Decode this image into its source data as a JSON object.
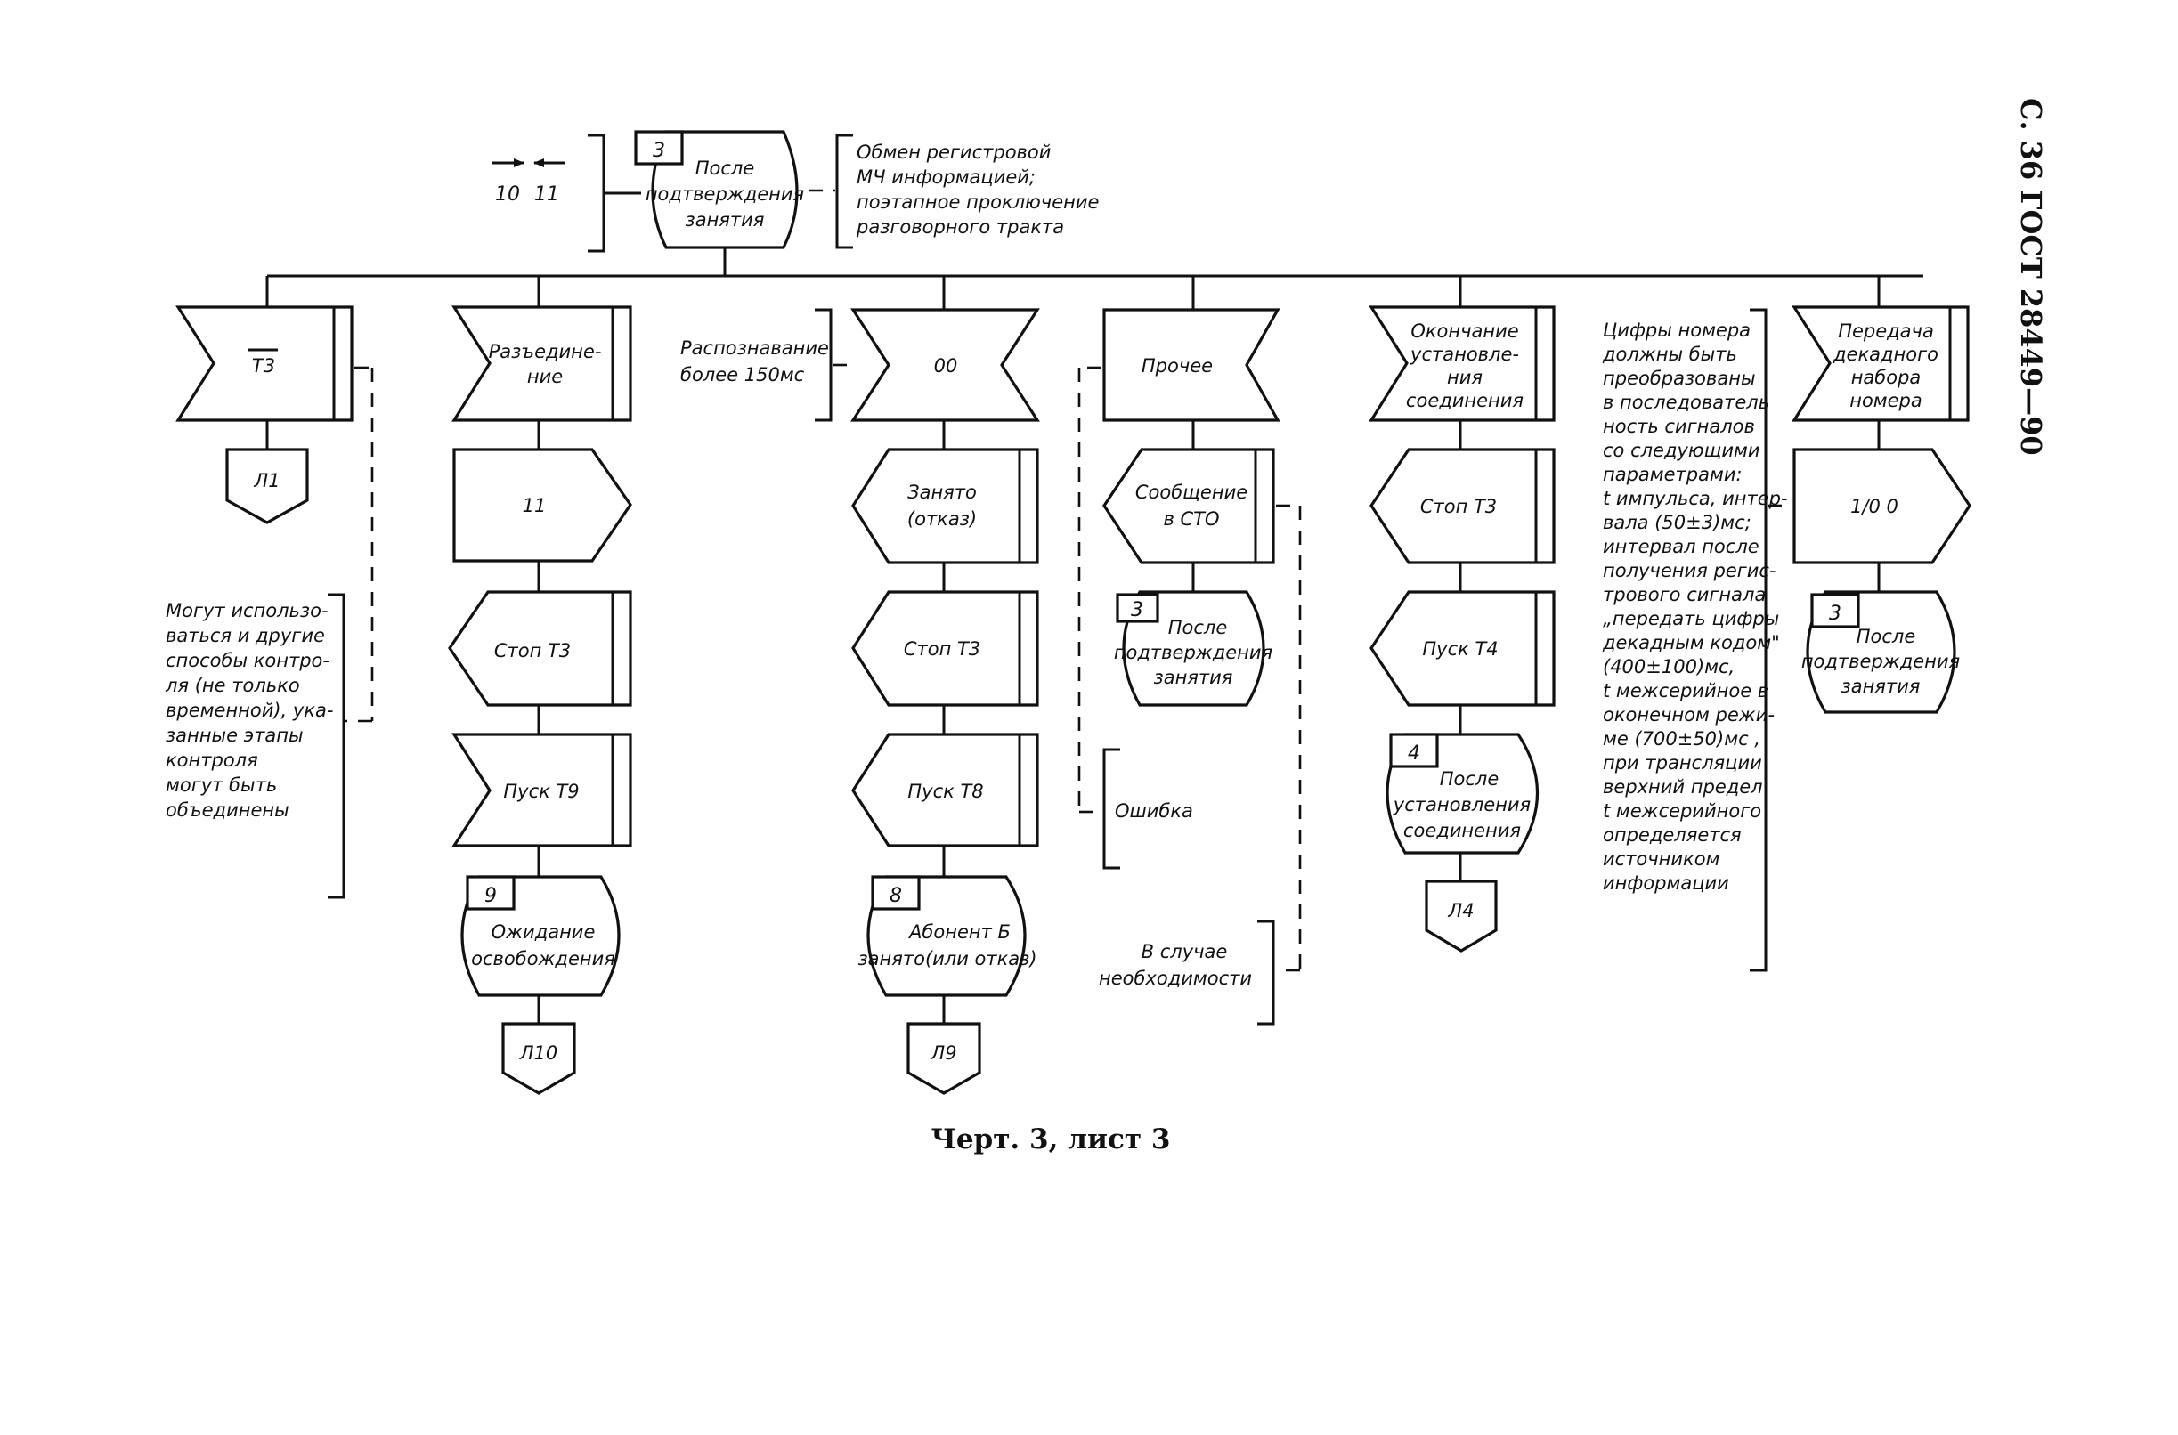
{
  "header": {
    "arrow_right_label": "10",
    "arrow_left_label": "11",
    "start_state_number": "3",
    "start_state_lines": [
      "После",
      "подтверждения",
      "занятия"
    ],
    "start_comment_lines": [
      "Обмен регистровой",
      "МЧ информацией;",
      "поэтапное проключение",
      "разговорного тракта"
    ]
  },
  "columns": {
    "c1": {
      "input_label": "T3",
      "connector_label": "Л1",
      "comment_lines": [
        "Могут использо-",
        "ваться и другие",
        "способы контро-",
        "ля (не только",
        "временной), ука-",
        "занные этапы",
        "контроля",
        "могут быть",
        "объединены"
      ]
    },
    "c2": {
      "input_lines": [
        "Разъедине-",
        "ние"
      ],
      "output1_label": "11",
      "output2_label": "Стоп Т3",
      "output3_label": "Пуск Т9",
      "state_number": "9",
      "state_lines": [
        "Ожидание",
        "освобождения"
      ],
      "connector_label": "Л10"
    },
    "c3": {
      "comment_lines": [
        "Распознавание",
        "более 150мс"
      ],
      "input_label": "00",
      "output1_lines": [
        "Занято",
        "(отказ)"
      ],
      "output2_label": "Стоп Т3",
      "output3_label": "Пуск Т8",
      "state_number": "8",
      "state_lines": [
        "Абонент Б",
        "занято(или отказ)"
      ],
      "connector_label": "Л9"
    },
    "c4": {
      "input_label": "Прочее",
      "output1_lines": [
        "Сообщение",
        "в СТО"
      ],
      "state_number": "3",
      "state_lines": [
        "После",
        "подтверждения",
        "занятия"
      ],
      "comment_error": "Ошибка",
      "comment_need_lines": [
        "В случае",
        "необходимости"
      ]
    },
    "c5": {
      "input_lines": [
        "Окончание",
        "установле-",
        "ния",
        "соединения"
      ],
      "output1_label": "Стоп Т3",
      "output2_label": "Пуск Т4",
      "state_number": "4",
      "state_lines": [
        "После",
        "установления",
        "соединения"
      ],
      "connector_label": "Л4"
    },
    "c6": {
      "comment_lines": [
        "Цифры номера",
        "должны быть",
        "преобразованы",
        "в последователь",
        "ность сигналов",
        "со следующими",
        "параметрами:",
        "t импульса, интер-",
        "вала (50±3)мс;",
        "интервал после",
        "получения регис-",
        "трового сигнала",
        "„передать цифры",
        "декадным кодом\"",
        "(400±100)мс,",
        "t межсерийное в",
        "оконечном режи-",
        "ме (700±50)мс ,",
        "при трансляции",
        "верхний предел",
        "t межсерийного",
        "определяется",
        "источником",
        "информации"
      ],
      "input_lines": [
        "Передача",
        "декадного",
        "набора",
        "номера"
      ],
      "output1_label": "1/0  0",
      "state_number": "3",
      "state_lines": [
        "После",
        "подтверждения",
        "занятия"
      ]
    }
  },
  "caption": "Черт. 3, лист 3",
  "page_label": "С. 36 ГОСТ 28449—90"
}
